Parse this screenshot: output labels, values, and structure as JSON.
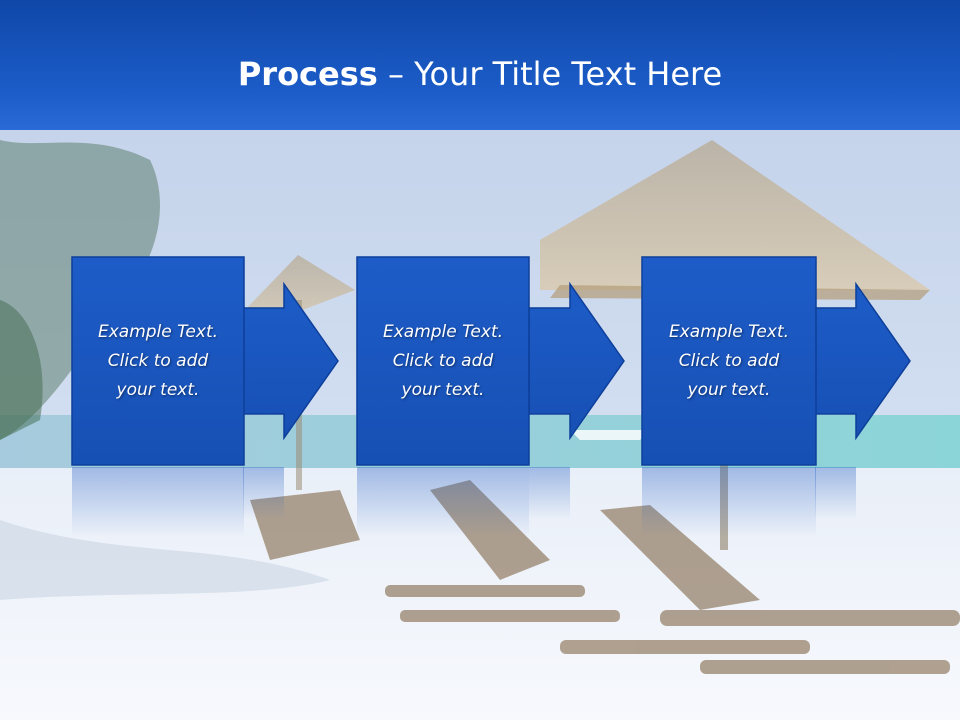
{
  "title": {
    "bold": "Process",
    "rest": " – Your Title Text Here"
  },
  "steps": [
    {
      "label": "Example Text.\nClick  to add\nyour text."
    },
    {
      "label": "Example Text.\nClick  to add\nyour text."
    },
    {
      "label": "Example Text.\nClick  to add\nyour text."
    }
  ],
  "colors": {
    "title_band": "#1c5cc8",
    "box_fill": "#1a56bf",
    "box_border": "#0d3f9a",
    "sky": "#c9d7ec",
    "sand": "#f1f5fb"
  }
}
